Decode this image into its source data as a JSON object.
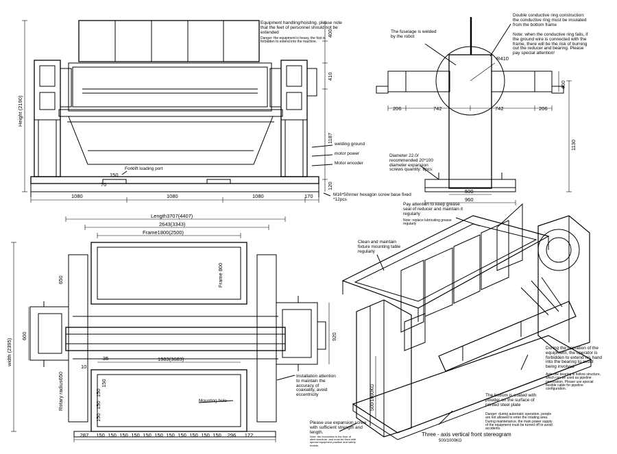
{
  "front_view": {
    "notes": {
      "handling": "Equipment handling/hoisting, please note that the feet of personnel should not be extended",
      "handling_small": "Danger: the equipment is heavy, the foot is forbidden to extend into the machine.",
      "forklift": "Forklift loading port",
      "welding_ground": "welding ground",
      "motor_power": "motor power",
      "motor_encoder": "Motor encoder",
      "screw": "M16*50inner hexagon screw base fixed *12pcs"
    },
    "dims": {
      "height": "Height (2190)",
      "d400": "400",
      "d410": "410",
      "d1187": "1187",
      "d120": "120",
      "d150": "150",
      "d70": "70",
      "b1080a": "1080",
      "b1080b": "1080",
      "b1080c": "1080",
      "b170": "170"
    }
  },
  "side_view": {
    "notes": {
      "welded": "The fuselage is welded by the robot",
      "ring": "Double conductive ring construction: the conductive ring must be insulated from the bottom frame",
      "ring_note": "Note: when the conductive ring fails, if the ground wire is connected with the frame, there will be the risk of burning out the reducer and bearing. Please pay special attention!",
      "diameter": "Diameter 22.0/ recommended 20*100 diameter expansion screws quantity: 8pcs"
    },
    "dims": {
      "r410": "R410",
      "d206a": "206",
      "d742a": "742",
      "d742b": "742",
      "d206b": "206",
      "d400": "400",
      "d1130": "1130",
      "d500": "500",
      "d960": "960"
    }
  },
  "top_view": {
    "notes": {
      "install": "Installation attention to maintain the accuracy of coaxiality, avoid eccentricity",
      "mount": "Mounting hole"
    },
    "dims": {
      "length": "Length3707(4407)",
      "d2643": "2643(3343)",
      "frame1800": "Frame1800(2500)",
      "frame800": "Frame 800",
      "width": "width (2395)",
      "radius": "Rotary radius650",
      "d650": "650",
      "d600": "600",
      "d920": "920",
      "d1983": "1983(3683)",
      "d35": "35",
      "d10": "10",
      "bottom": [
        "287",
        "150",
        "150",
        "150",
        "150",
        "150",
        "150",
        "150",
        "150",
        "150",
        "150",
        "150",
        "296",
        "172"
      ],
      "col": [
        "150",
        "150",
        "150",
        "150"
      ]
    }
  },
  "iso_view": {
    "notes": {
      "grease": "Pay attention to keep grease seal of reducer and maintain it regularly",
      "grease_small": "Note: replace lubricating grease regularly",
      "clean": "Clean and maintain fixture mounting table regularly",
      "load": "500/1000KG",
      "hand": "During the operation of the equipment, the operator is forbidden to extend his hand into the bearing to avoid being involved",
      "hand_small": "Axis one bearing is hollow structure, which can be used as pipeline penetration. Please use special flexible cable for pipeline configuration.",
      "coated": "The bottom is coated with powder on the surface of printed steel plate",
      "coated_small": "Danger: during automatic operation, people are not allowed to enter the rotating area. During maintenance, the main power supply of the equipment must be turned off to avoid accidents.",
      "expansion": "Please use expansion screw with sufficient strength and length.",
      "expansion_small": "Note: the foundation is the floor of steel structure, and must be fixed with special equipment position and safety boards.",
      "caption": "Three - axis vertical front stereogram",
      "caption_sub": "500/1000KG"
    }
  }
}
